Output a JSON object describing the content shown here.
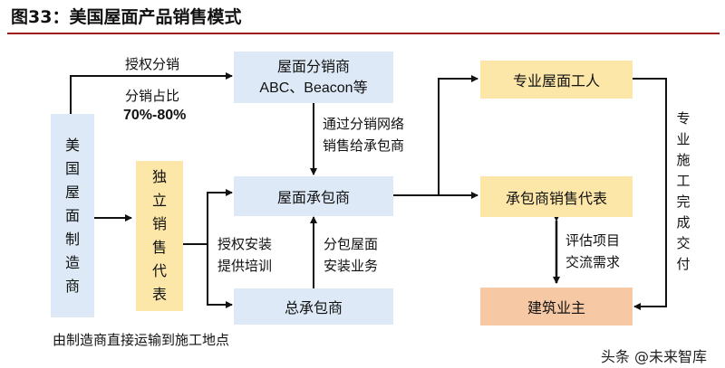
{
  "title": "图33：美国屋面产品销售模式",
  "nodes": {
    "manufacturer": "美国屋面制造商",
    "distributor_line1": "屋面分销商",
    "distributor_line2": "ABC、Beacon等",
    "independent_sales_rep": "独立销售代表",
    "roof_contractor": "屋面承包商",
    "general_contractor": "总承包商",
    "roofer": "专业屋面工人",
    "contractor_sales_rep": "承包商销售代表",
    "owner": "建筑业主"
  },
  "labels": {
    "authorized_distribution": "授权分销",
    "distribution_share_label": "分销占比",
    "distribution_share_value": "70%-80%",
    "via_network_line1": "通过分销网络",
    "via_network_line2": "销售给承包商",
    "training_line1": "授权安装",
    "training_line2": "提供培训",
    "subcontract_line1": "分包屋面",
    "subcontract_line2": "安装业务",
    "evaluate_line1": "评估项目",
    "evaluate_line2": "交流需求",
    "construction_delivery": "专业施工完成交付",
    "direct_shipping": "由制造商直接运输到施工地点"
  },
  "watermark": "头条 @未来智库",
  "colors": {
    "blue_box": "#dde9f6",
    "yellow_box": "#fde7a8",
    "orange_box": "#f7c8a4",
    "title_rule": "#9e1b1b",
    "arrow": "#111111"
  }
}
